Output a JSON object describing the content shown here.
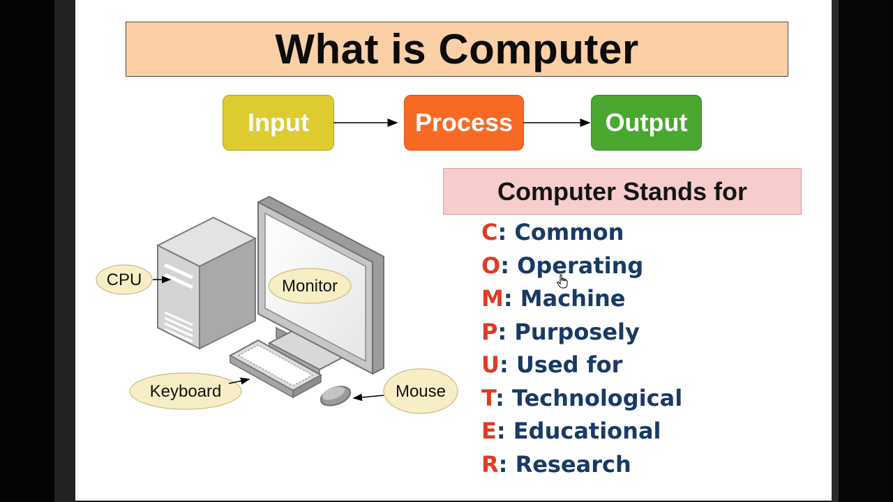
{
  "title": "What is Computer",
  "flow": {
    "input": "Input",
    "process": "Process",
    "output": "Output"
  },
  "diagram": {
    "cpu": "CPU",
    "monitor": "Monitor",
    "keyboard": "Keyboard",
    "mouse": "Mouse"
  },
  "stands_for": {
    "heading": "Computer Stands for",
    "items": [
      {
        "letter": "C",
        "word": ": Common"
      },
      {
        "letter": "O",
        "word": ": Operating"
      },
      {
        "letter": "M",
        "word": ": Machine"
      },
      {
        "letter": "P",
        "word": ": Purposely"
      },
      {
        "letter": "U",
        "word": ": Used for"
      },
      {
        "letter": "T",
        "word": ": Technological"
      },
      {
        "letter": "E",
        "word": ": Educational"
      },
      {
        "letter": "R",
        "word": ": Research"
      }
    ]
  },
  "colors": {
    "title_bg": "#fbd0a6",
    "input": "#ddcb30",
    "process": "#f86a24",
    "output": "#4aa72f",
    "stands_bg": "#f6cccc",
    "acronym_letter": "#e03a24",
    "acronym_word": "#183a66"
  }
}
